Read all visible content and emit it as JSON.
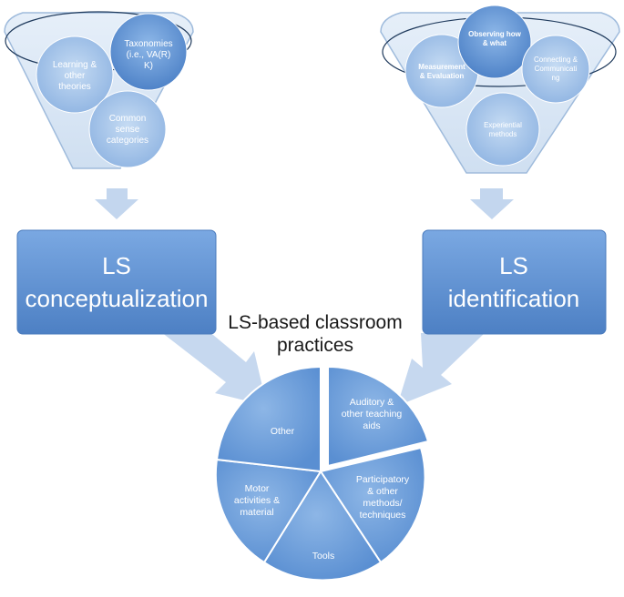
{
  "colors": {
    "funnel_fill": "#dce8f5",
    "funnel_stroke": "#9fbbdc",
    "ring_stroke": "#1f3a5c",
    "circle_light": "#a9c7ea",
    "circle_mid": "#6e9fd8",
    "box_fill": "#5b8fd0",
    "arrow_fill": "#c3d6ee",
    "pie_fill": "#6d9ddb",
    "pie_divider": "#ffffff",
    "text_white": "#ffffff",
    "text_dark": "#1a1a1a"
  },
  "left_funnel": {
    "circles": [
      {
        "lines": [
          "Learning &",
          "other",
          "theories"
        ]
      },
      {
        "lines": [
          "Taxonomies",
          "(i.e., VA(R)",
          "K)"
        ]
      },
      {
        "lines": [
          "Common",
          "sense",
          "categories"
        ]
      }
    ]
  },
  "right_funnel": {
    "circles": [
      {
        "lines": [
          "Measurement",
          "& Evaluation"
        ]
      },
      {
        "lines": [
          "Observing how",
          "& what"
        ]
      },
      {
        "lines": [
          "Connecting &",
          "Communicati",
          "ng"
        ]
      },
      {
        "lines": [
          "Experiential",
          "methods"
        ]
      }
    ]
  },
  "left_box": {
    "lines": [
      "LS",
      "conceptualization"
    ]
  },
  "right_box": {
    "lines": [
      "LS",
      "identification"
    ]
  },
  "center_title": {
    "lines": [
      "LS-based classroom",
      "practices"
    ]
  },
  "pie": {
    "segments": [
      {
        "lines": [
          "Auditory &",
          "other teaching",
          "aids"
        ]
      },
      {
        "lines": [
          "Participatory",
          "& other",
          "methods/",
          "techniques"
        ]
      },
      {
        "lines": [
          "Tools"
        ]
      },
      {
        "lines": [
          "Motor",
          "activities &",
          "material"
        ]
      },
      {
        "lines": [
          "Other"
        ]
      }
    ]
  }
}
